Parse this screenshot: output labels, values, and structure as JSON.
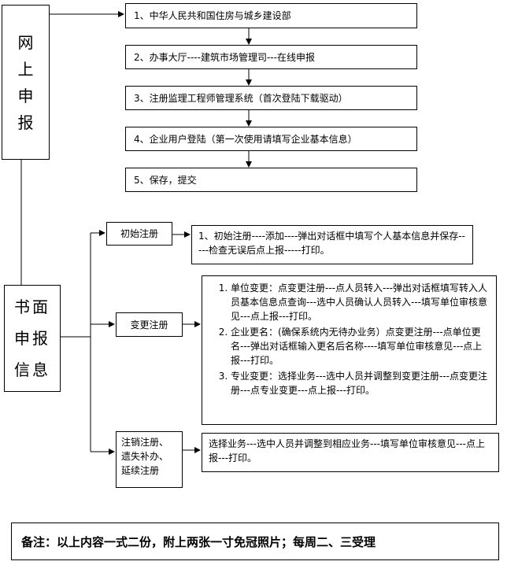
{
  "online": {
    "title_chars": [
      "网",
      "上",
      "申",
      "报"
    ],
    "steps": [
      "1、中华人民共和国住房与城乡建设部",
      "2、办事大厅----建筑市场管理司---在线申报",
      "3、注册监理工程师管理系统（首次登陆下载驱动）",
      "4、企业用户登陆（第一次使用请填写企业基本信息）",
      "5、保存，提交"
    ]
  },
  "paper": {
    "title_chars": [
      "书面",
      "申报",
      "信息"
    ],
    "initial": {
      "label": "初始注册",
      "detail": "1、初始注册----添加----弹出对话框中填写个人基本信息并保存-----检查无误后点上报-----打印。"
    },
    "change": {
      "label": "变更注册",
      "items": [
        "单位变更：点变更注册---点人员转入---弹出对话框填写转入人员基本信息点查询---选中人员确认人员转入---填写单位审核意见---点上报---打印。",
        "企业更名：(确保系统内无待办业务）点变更注册---点单位更名---弹出对话框输入更名后名称----填写单位审核意见---点上报---打印。",
        "专业变更：选择业务---选中人员并调整到变更注册---点变更注册---点专业变更---点上报---打印。"
      ]
    },
    "cancel": {
      "label_lines": [
        "注销注册、",
        "遗失补办、",
        "延续注册"
      ],
      "detail": "选择业务---选中人员并调整到相应业务---填写单位审核意见---点上报---打印。"
    }
  },
  "note": "备注：以上内容一式二份，附上两张一寸免冠照片；每周二、三受理"
}
